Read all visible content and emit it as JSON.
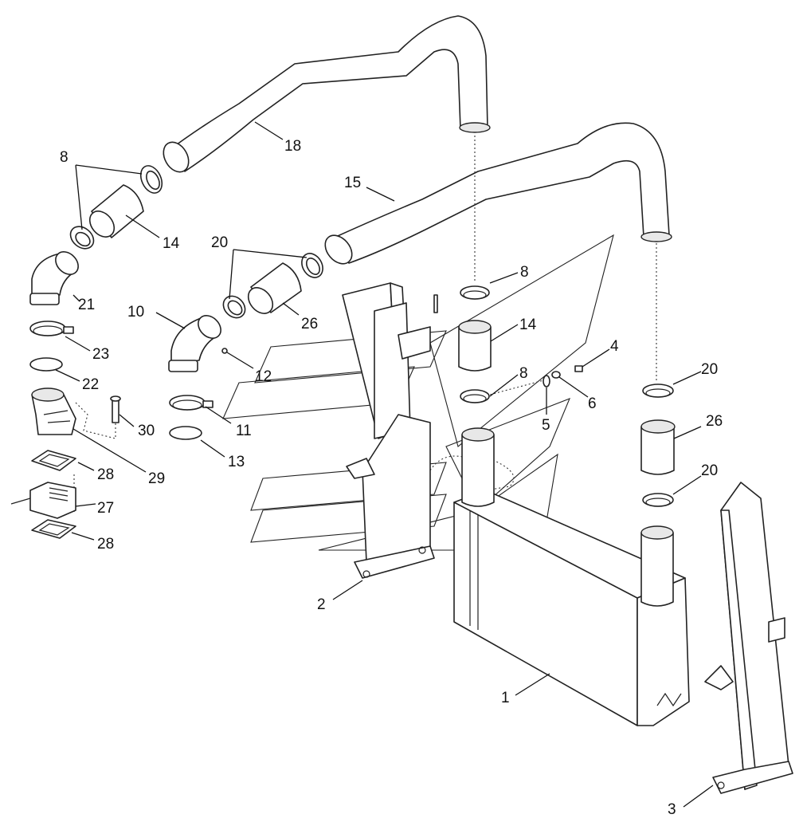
{
  "labels": {
    "l1": "1",
    "l2": "2",
    "l3": "3",
    "l4": "4",
    "l5": "5",
    "l6": "6",
    "l8a": "8",
    "l8b": "8",
    "l8c": "8",
    "l10": "10",
    "l11": "11",
    "l12": "12",
    "l13": "13",
    "l14a": "14",
    "l14b": "14",
    "l15": "15",
    "l18": "18",
    "l20a": "20",
    "l20b": "20",
    "l20c": "20",
    "l21": "21",
    "l22": "22",
    "l23": "23",
    "l26a": "26",
    "l26b": "26",
    "l27": "27",
    "l28a": "28",
    "l28b": "28",
    "l29": "29",
    "l30": "30"
  }
}
